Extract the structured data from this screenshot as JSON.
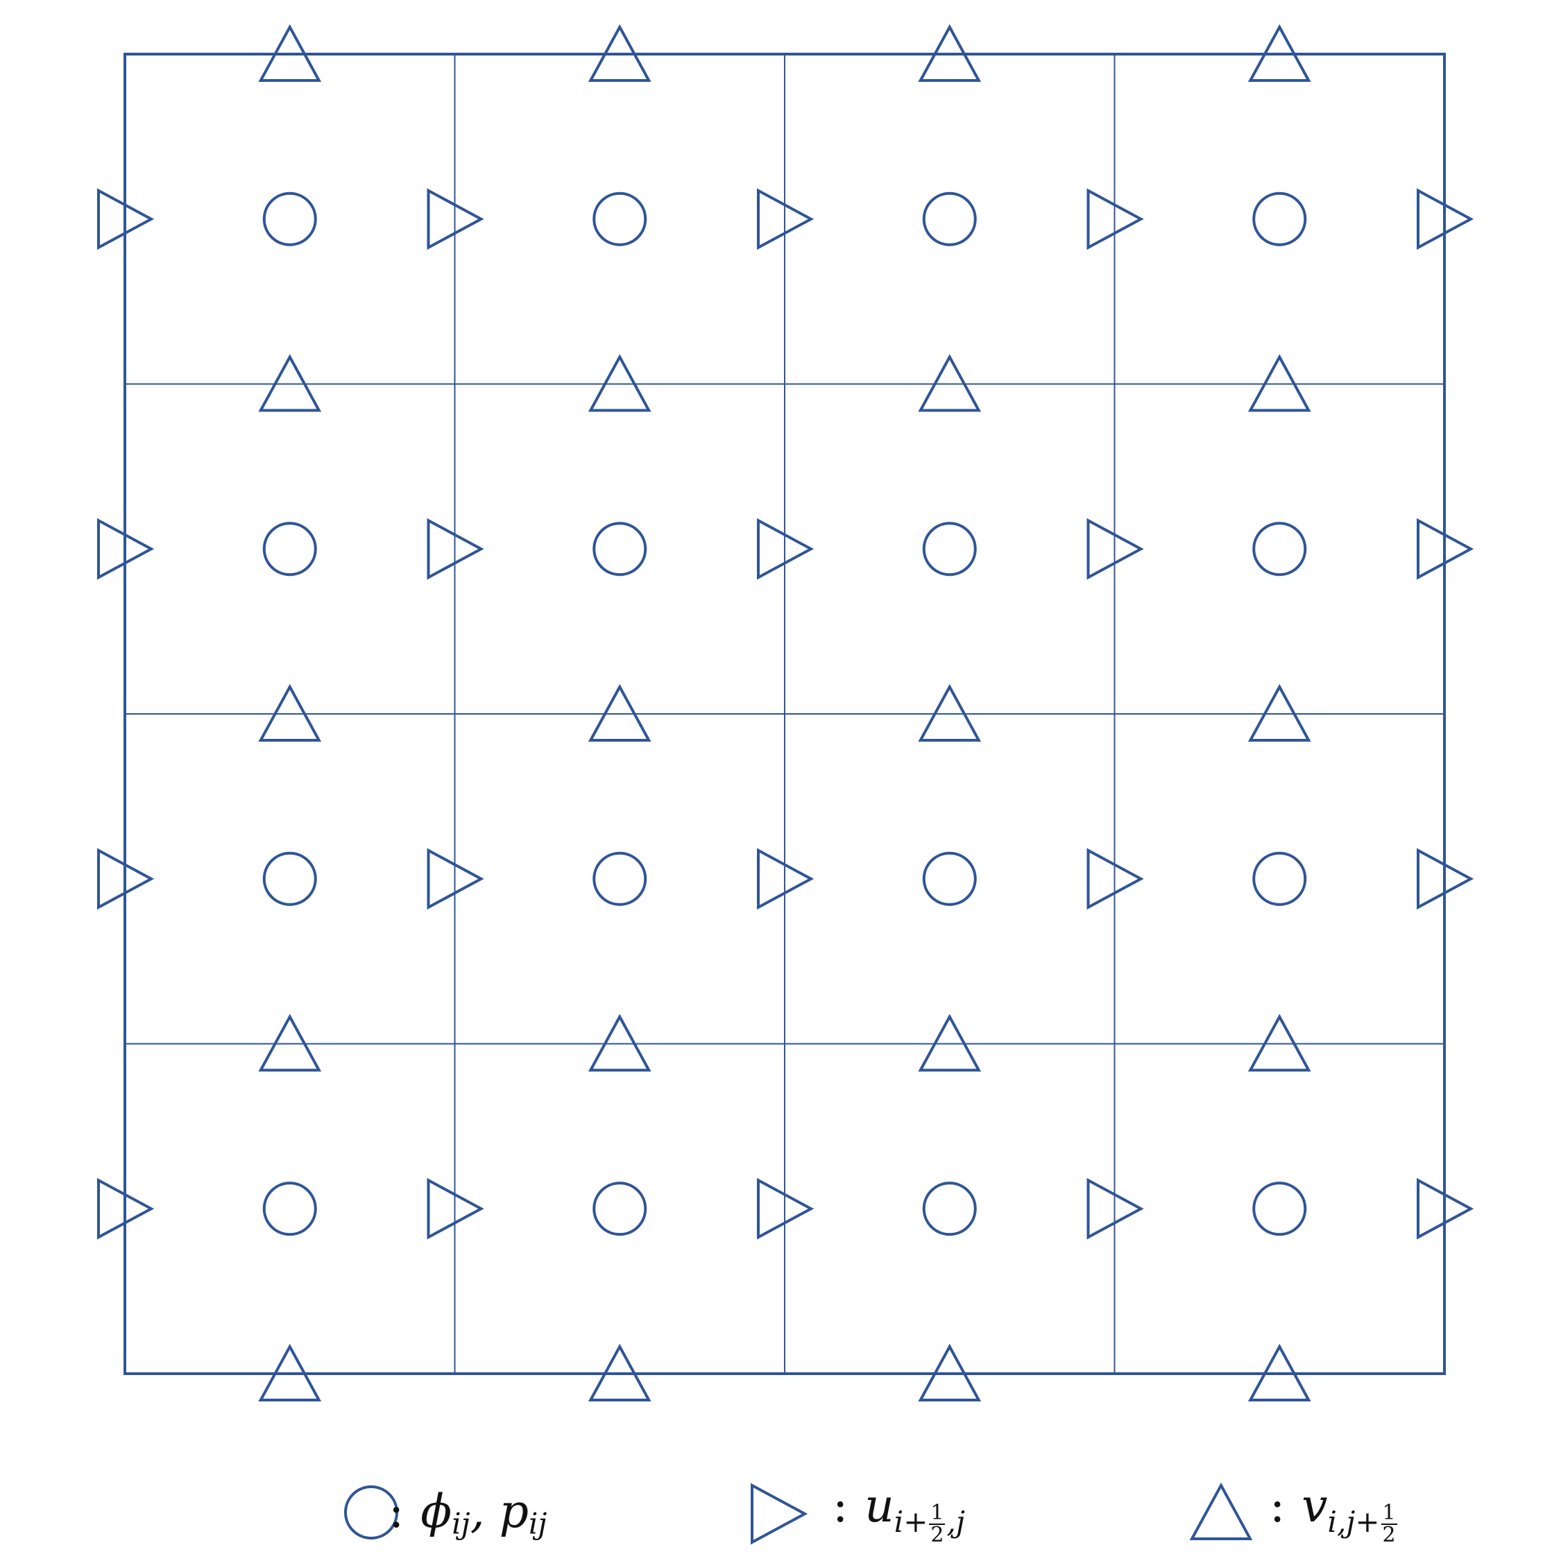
{
  "colors": {
    "stroke": "#2F5597"
  },
  "grid": {
    "rows": 4,
    "cols": 4
  },
  "legend": {
    "circle": {
      "icon": "circle-marker",
      "phi": "ϕ",
      "p": "p",
      "sub": "ij",
      "colon": ":"
    },
    "right_triangle": {
      "icon": "right-triangle-marker",
      "var": "u",
      "sub_pre": "i+",
      "num": "1",
      "den": "2",
      "sub_post": ",j",
      "colon": ":"
    },
    "up_triangle": {
      "icon": "up-triangle-marker",
      "var": "v",
      "sub_pre": "i,j+",
      "num": "1",
      "den": "2",
      "colon": ":"
    }
  }
}
